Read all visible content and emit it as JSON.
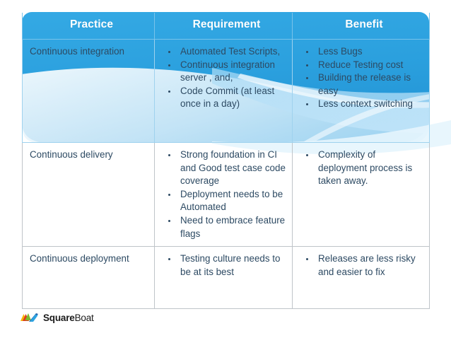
{
  "slide": {
    "title_bar_color": "#2ea3e0",
    "body_text_color": "#2d4a63",
    "header_text_color": "#ffffff"
  },
  "table": {
    "columns": [
      {
        "key": "practice",
        "label": "Practice"
      },
      {
        "key": "requirement",
        "label": "Requirement"
      },
      {
        "key": "benefit",
        "label": "Benefit"
      }
    ],
    "rows": [
      {
        "practice": "Continuous integration",
        "requirement": [
          "Automated Test Scripts,",
          "Continuous integration server , and,",
          "Code Commit (at least once in a day)"
        ],
        "benefit": [
          "Less Bugs",
          "Reduce Testing cost",
          "Building the release is easy",
          "Less context switching"
        ]
      },
      {
        "practice": "Continuous delivery",
        "requirement": [
          "Strong foundation in CI and Good test case code coverage",
          "Deployment needs to be Automated",
          "Need to embrace feature flags"
        ],
        "benefit": [
          "Complexity of deployment process is taken away."
        ]
      },
      {
        "practice": "Continuous deployment",
        "requirement": [
          "Testing culture needs to be at its best"
        ],
        "benefit": [
          "Releases are less risky and easier to fix"
        ]
      }
    ]
  },
  "logo": {
    "name_bold": "Square",
    "name_light": "Boat",
    "mark_colors": [
      "#f6b50b",
      "#e03a1e",
      "#7cb82f",
      "#1f5fa9",
      "#2ea3e0"
    ]
  }
}
